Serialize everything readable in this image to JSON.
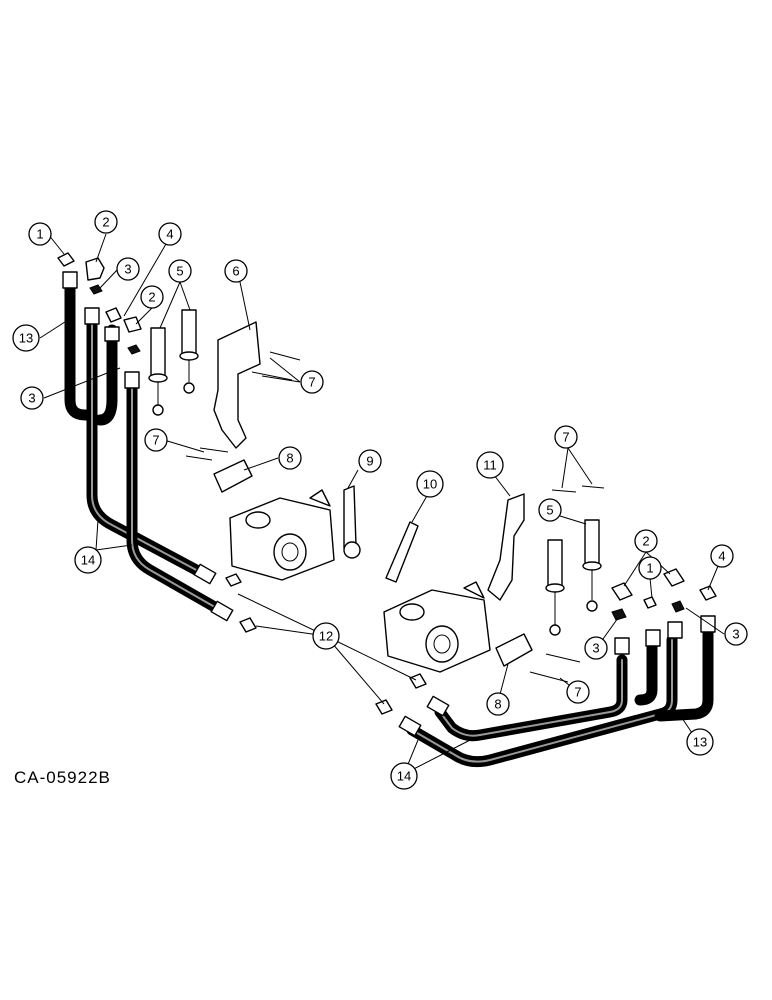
{
  "figure_code": "CA-05922B",
  "callouts": {
    "c1a": "1",
    "c2a": "2",
    "c3a": "3",
    "c4a": "4",
    "c2b": "2",
    "c5a": "5",
    "c6": "6",
    "c13a": "13",
    "c3b": "3",
    "c7a": "7",
    "c7b": "7",
    "c8a": "8",
    "c9": "9",
    "c10": "10",
    "c11": "11",
    "c7c": "7",
    "c5b": "5",
    "c14a": "14",
    "c2c": "2",
    "c4b": "4",
    "c1b": "1",
    "c3c": "3",
    "c3d": "3",
    "c12": "12",
    "c8b": "8",
    "c7d": "7",
    "c13b": "13",
    "c14b": "14"
  }
}
